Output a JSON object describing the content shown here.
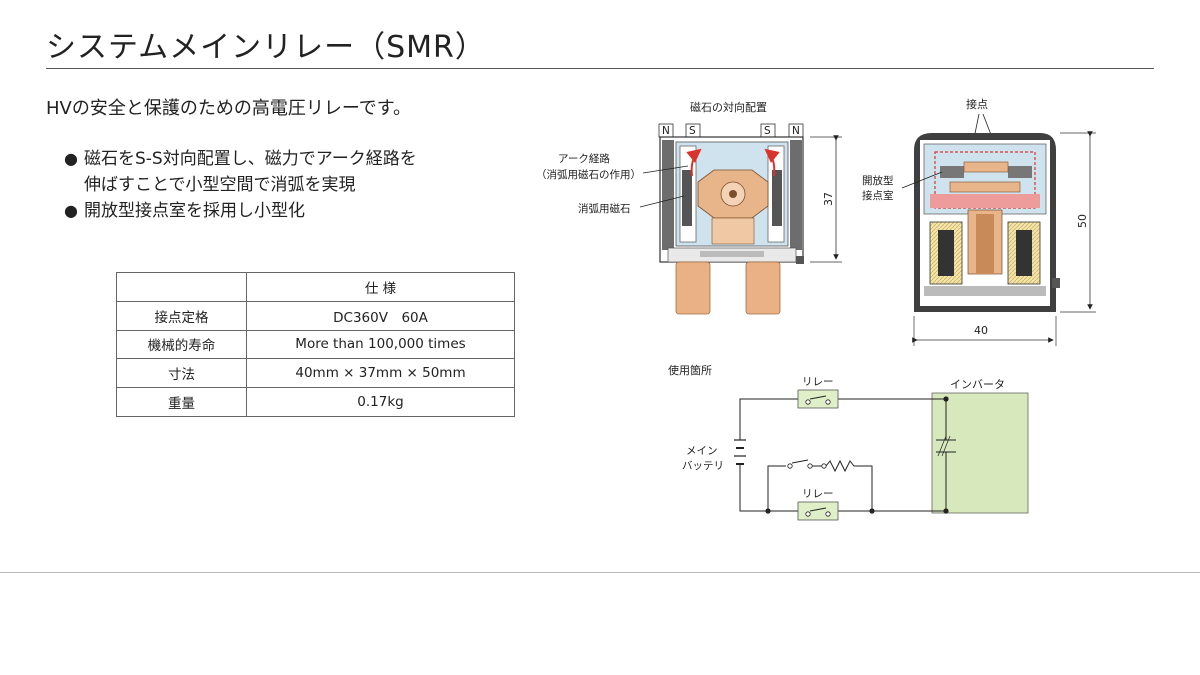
{
  "page": {
    "title": "システムメインリレー（SMR）",
    "intro": "HVの安全と保護のための高電圧リレーです。",
    "bullets": [
      {
        "line1": "磁石をS-S対向配置し、磁力でアーク経路を",
        "line2": "伸ばすことで小型空間で消弧を実現"
      },
      {
        "line1": "開放型接点室を採用し小型化",
        "line2": ""
      }
    ]
  },
  "spec_table": {
    "header": [
      "",
      "仕 様"
    ],
    "rows": [
      {
        "label": "接点定格",
        "value": "DC360V　60A"
      },
      {
        "label": "機械的寿命",
        "value": "More than 100,000 times"
      },
      {
        "label": "寸法",
        "value": "40mm × 37mm × 50mm"
      },
      {
        "label": "重量",
        "value": "0.17kg"
      }
    ]
  },
  "figure_top_view": {
    "caption": "磁石の対向配置",
    "poles": [
      "N",
      "S",
      "S",
      "N"
    ],
    "callout_arc_line1": "アーク経路",
    "callout_arc_line2": "（消弧用磁石の作用）",
    "callout_magnet": "消弧用磁石",
    "dimension": "37"
  },
  "figure_side_view": {
    "callout_contact": "接点",
    "callout_chamber_line1": "開放型",
    "callout_chamber_line2": "接点室",
    "dimension_height": "50",
    "dimension_width": "40"
  },
  "figure_circuit": {
    "caption": "使用箇所",
    "relay_top": "リレー",
    "relay_bottom": "リレー",
    "battery_line1": "メイン",
    "battery_line2": "バッテリ",
    "inverter": "インバータ"
  },
  "colors": {
    "magnet_gray": "#6d6d6d",
    "copper": "#e8b48a",
    "chamber_blue": "#cfe3ee",
    "coil_yellow": "#f4e4a6",
    "inverter_green": "#d6e8bc",
    "relay_green": "#dff0c8",
    "arc_red": "#d9342b"
  }
}
